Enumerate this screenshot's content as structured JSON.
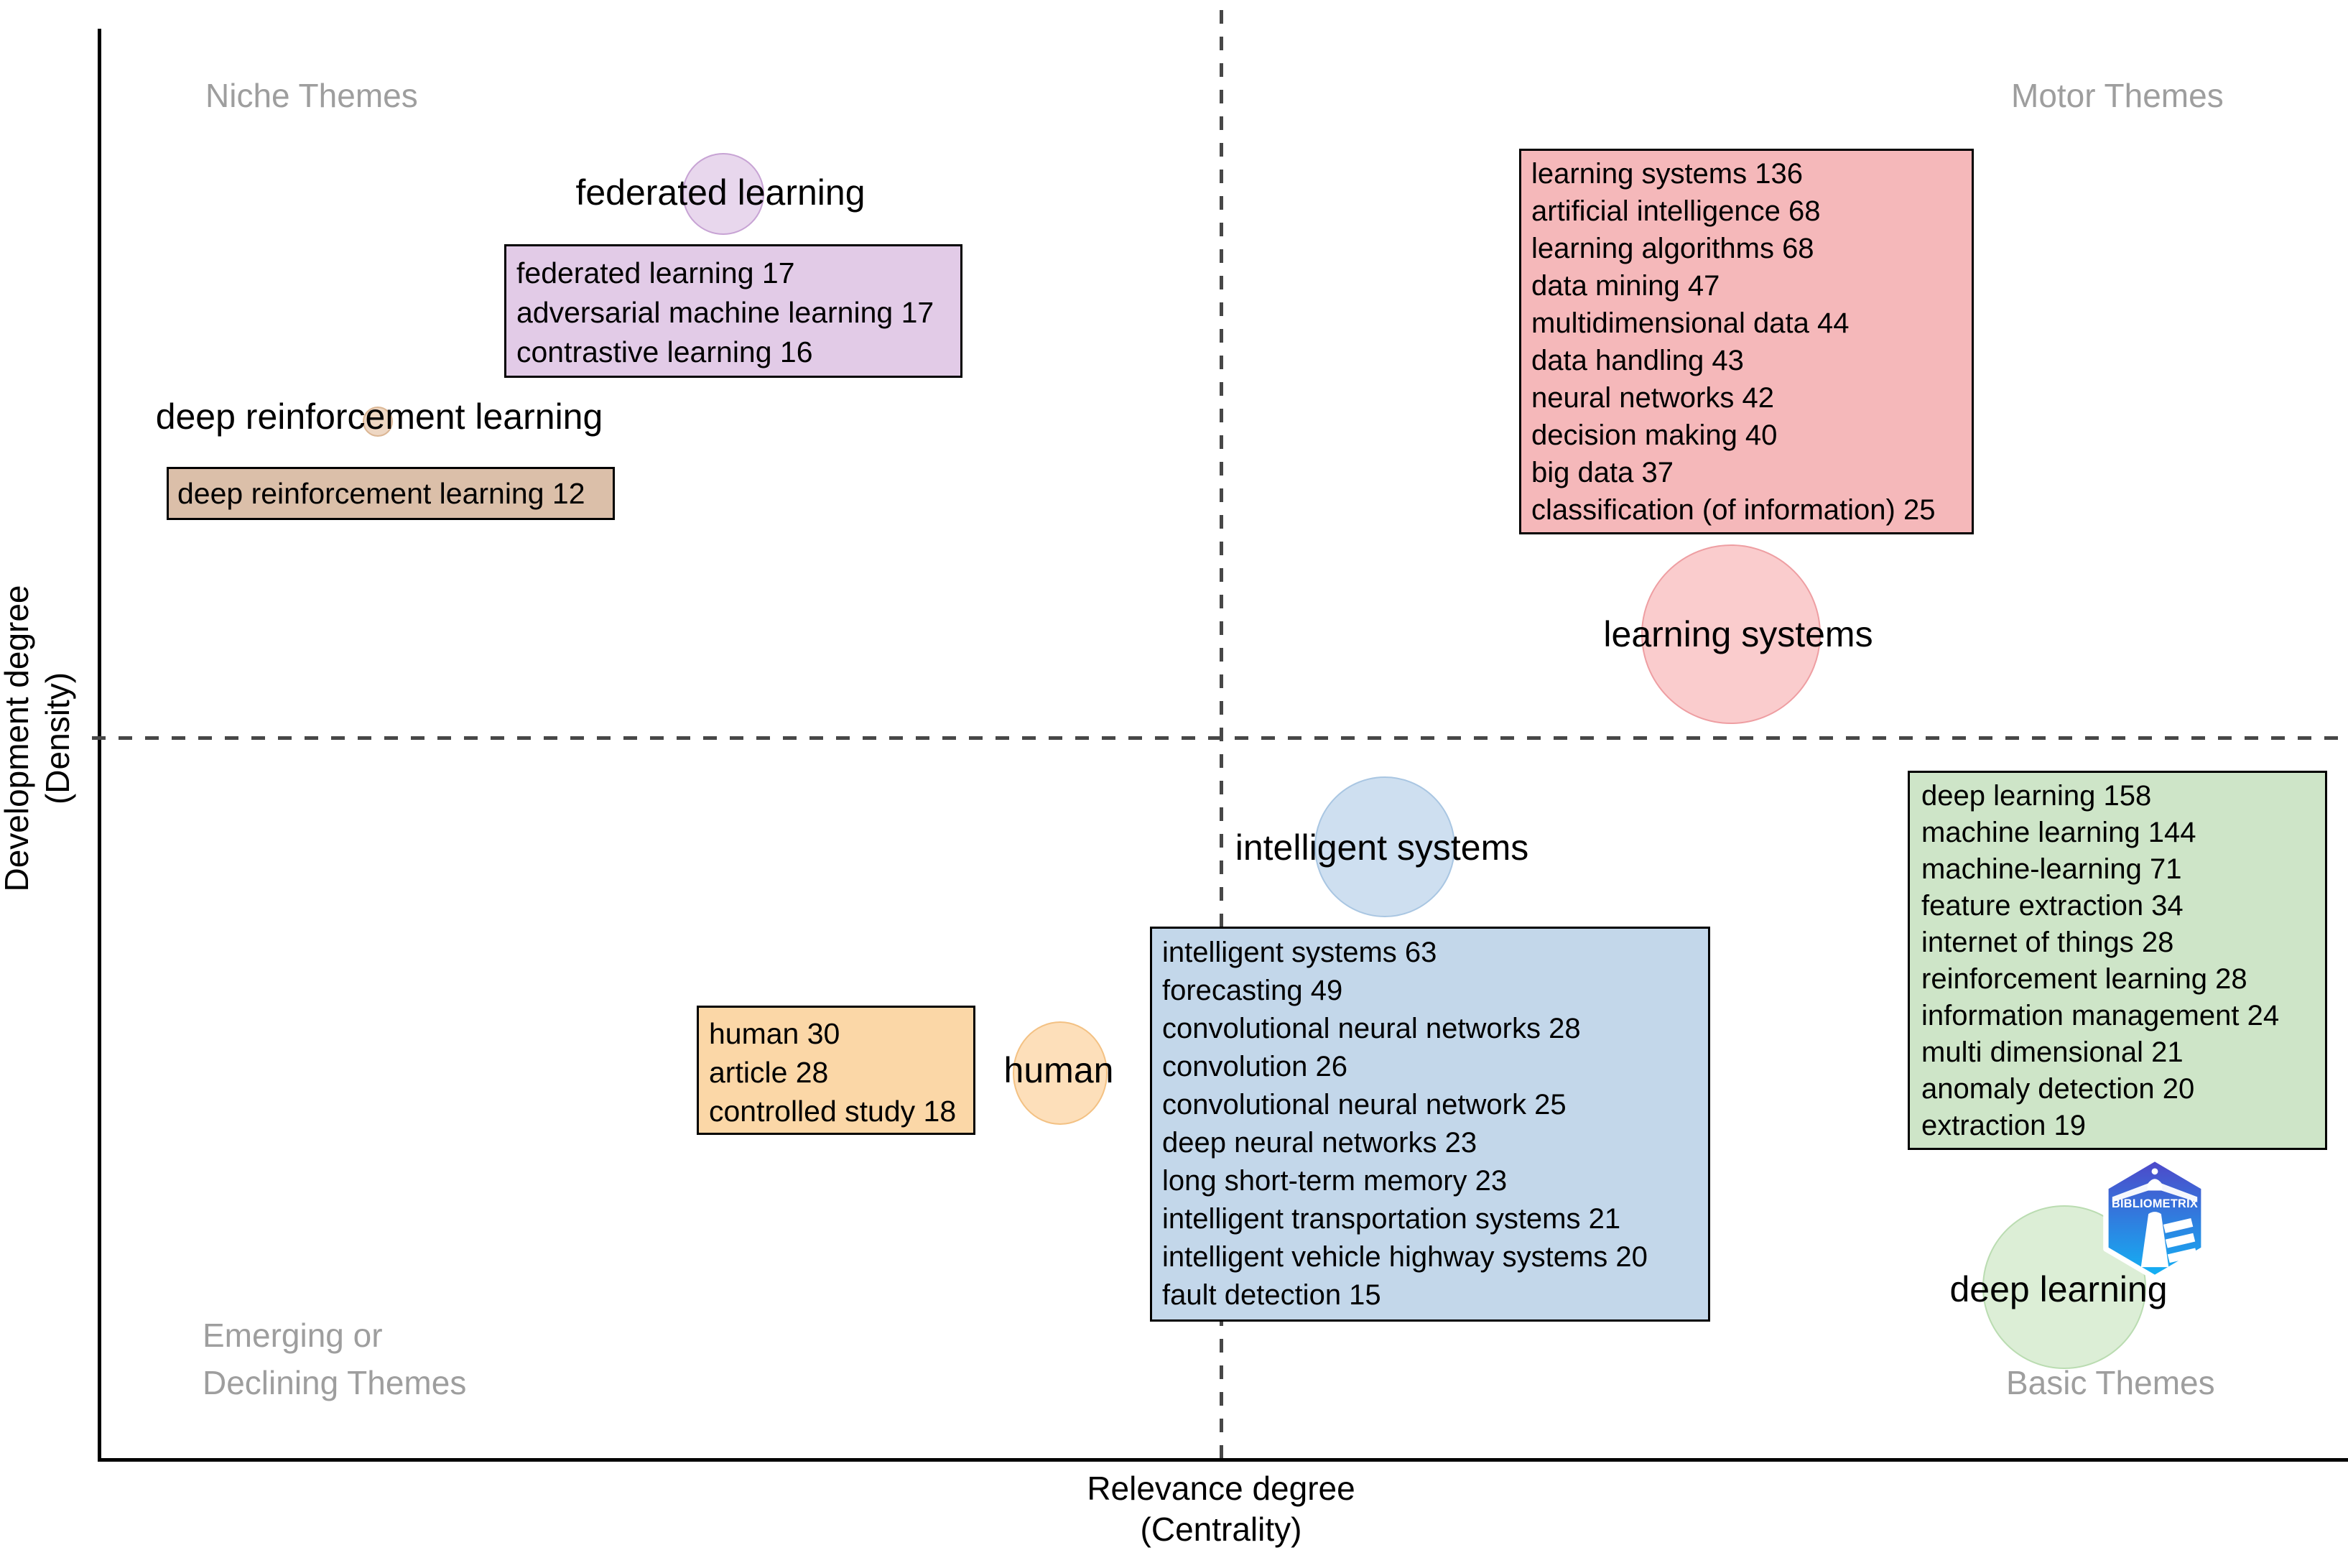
{
  "quadrants": {
    "niche": "Niche Themes",
    "motor": "Motor Themes",
    "emerging_line1": "Emerging or",
    "emerging_line2": "Declining Themes",
    "basic": "Basic Themes"
  },
  "axes": {
    "x_line1": "Relevance degree",
    "x_line2": "(Centrality)",
    "y_line1": "Development degree",
    "y_line2": "(Density)"
  },
  "logo": {
    "text": "BIBLIOMETRIX"
  },
  "colors": {
    "quadrant_label_gray": "#9e9e9e",
    "dashed_line": "#474747",
    "axis": "#000000",
    "purple_box": "#e2cbe7",
    "tan_box": "#dbbfa9",
    "pink_box": "#f5b8ba",
    "blue_box": "#c3d7ea",
    "orange_box": "#fbd7a7",
    "green_box": "#cee5c8",
    "logo_gradient_top": "#4f46c8",
    "logo_gradient_bottom": "#12b3f5"
  },
  "themes": [
    {
      "name": "federated-learning",
      "label": "federated learning",
      "lines": [
        "federated learning 17",
        "adversarial machine learning 17",
        "contrastive learning 16"
      ]
    },
    {
      "name": "deep-reinforcement-learning",
      "label": "deep reinforcement learning",
      "lines": [
        "deep reinforcement learning 12"
      ]
    },
    {
      "name": "learning-systems",
      "label": "learning systems",
      "lines": [
        "learning systems 136",
        "artificial intelligence 68",
        "learning algorithms 68",
        "data mining 47",
        "multidimensional data 44",
        "data handling 43",
        "neural networks 42",
        "decision making 40",
        "big data 37",
        "classification (of information) 25"
      ]
    },
    {
      "name": "intelligent-systems",
      "label": "intelligent systems",
      "lines": [
        "intelligent systems 63",
        "forecasting 49",
        "convolutional neural networks 28",
        "convolution 26",
        "convolutional neural network 25",
        "deep neural networks 23",
        "long short-term memory 23",
        "intelligent transportation systems 21",
        "intelligent vehicle  highway systems 20",
        "fault detection 15"
      ]
    },
    {
      "name": "human",
      "label": "human",
      "lines": [
        "human 30",
        "article 28",
        "controlled study 18"
      ]
    },
    {
      "name": "deep-learning",
      "label": "deep learning",
      "lines": [
        "deep learning 158",
        "machine learning 144",
        "machine-learning 71",
        "feature extraction 34",
        "internet of things 28",
        "reinforcement learning 28",
        "information management 24",
        "multi dimensional 21",
        "anomaly detection 20",
        "extraction 19"
      ]
    }
  ],
  "chart_data": {
    "type": "scatter",
    "title": "Thematic Map",
    "xlabel": "Relevance degree (Centrality)",
    "ylabel": "Development degree (Density)",
    "grid": "off",
    "quadrant_labels": [
      "Niche Themes",
      "Motor Themes",
      "Emerging or Declining Themes",
      "Basic Themes"
    ],
    "axis_ranges_normalized": {
      "x": [
        0,
        1
      ],
      "y": [
        0,
        1
      ],
      "x_divider": 0.5,
      "y_divider": 0.5
    },
    "series": [
      {
        "name": "federated learning",
        "quadrant": "Niche Themes",
        "x": 0.28,
        "y": 0.89,
        "bubble_radius_px": 55,
        "terms": [
          {
            "term": "federated learning",
            "count": 17
          },
          {
            "term": "adversarial machine learning",
            "count": 17
          },
          {
            "term": "contrastive learning",
            "count": 16
          }
        ]
      },
      {
        "name": "deep reinforcement learning",
        "quadrant": "Niche Themes",
        "x": 0.12,
        "y": 0.73,
        "bubble_radius_px": 19,
        "terms": [
          {
            "term": "deep reinforcement learning",
            "count": 12
          }
        ]
      },
      {
        "name": "learning systems",
        "quadrant": "Motor Themes",
        "x": 0.73,
        "y": 0.58,
        "bubble_radius_px": 123,
        "terms": [
          {
            "term": "learning systems",
            "count": 136
          },
          {
            "term": "artificial intelligence",
            "count": 68
          },
          {
            "term": "learning algorithms",
            "count": 68
          },
          {
            "term": "data mining",
            "count": 47
          },
          {
            "term": "multidimensional data",
            "count": 44
          },
          {
            "term": "data handling",
            "count": 43
          },
          {
            "term": "neural networks",
            "count": 42
          },
          {
            "term": "decision making",
            "count": 40
          },
          {
            "term": "big data",
            "count": 37
          },
          {
            "term": "classification (of information)",
            "count": 25
          }
        ]
      },
      {
        "name": "intelligent systems",
        "quadrant": "Basic Themes",
        "x": 0.57,
        "y": 0.43,
        "bubble_radius_px": 96,
        "terms": [
          {
            "term": "intelligent systems",
            "count": 63
          },
          {
            "term": "forecasting",
            "count": 49
          },
          {
            "term": "convolutional neural networks",
            "count": 28
          },
          {
            "term": "convolution",
            "count": 26
          },
          {
            "term": "convolutional neural network",
            "count": 25
          },
          {
            "term": "deep neural networks",
            "count": 23
          },
          {
            "term": "long short-term memory",
            "count": 23
          },
          {
            "term": "intelligent transportation systems",
            "count": 21
          },
          {
            "term": "intelligent vehicle highway systems",
            "count": 20
          },
          {
            "term": "fault detection",
            "count": 15
          }
        ]
      },
      {
        "name": "human",
        "quadrant": "Emerging or Declining Themes",
        "x": 0.43,
        "y": 0.27,
        "bubble_radius_px": 64,
        "terms": [
          {
            "term": "human",
            "count": 30
          },
          {
            "term": "article",
            "count": 28
          },
          {
            "term": "controlled study",
            "count": 18
          }
        ]
      },
      {
        "name": "deep learning",
        "quadrant": "Basic Themes",
        "x": 0.87,
        "y": 0.12,
        "bubble_radius_px": 112,
        "terms": [
          {
            "term": "deep learning",
            "count": 158
          },
          {
            "term": "machine learning",
            "count": 144
          },
          {
            "term": "machine-learning",
            "count": 71
          },
          {
            "term": "feature extraction",
            "count": 34
          },
          {
            "term": "internet of things",
            "count": 28
          },
          {
            "term": "reinforcement learning",
            "count": 28
          },
          {
            "term": "information management",
            "count": 24
          },
          {
            "term": "multi dimensional",
            "count": 21
          },
          {
            "term": "anomaly detection",
            "count": 20
          },
          {
            "term": "extraction",
            "count": 19
          }
        ]
      }
    ]
  }
}
